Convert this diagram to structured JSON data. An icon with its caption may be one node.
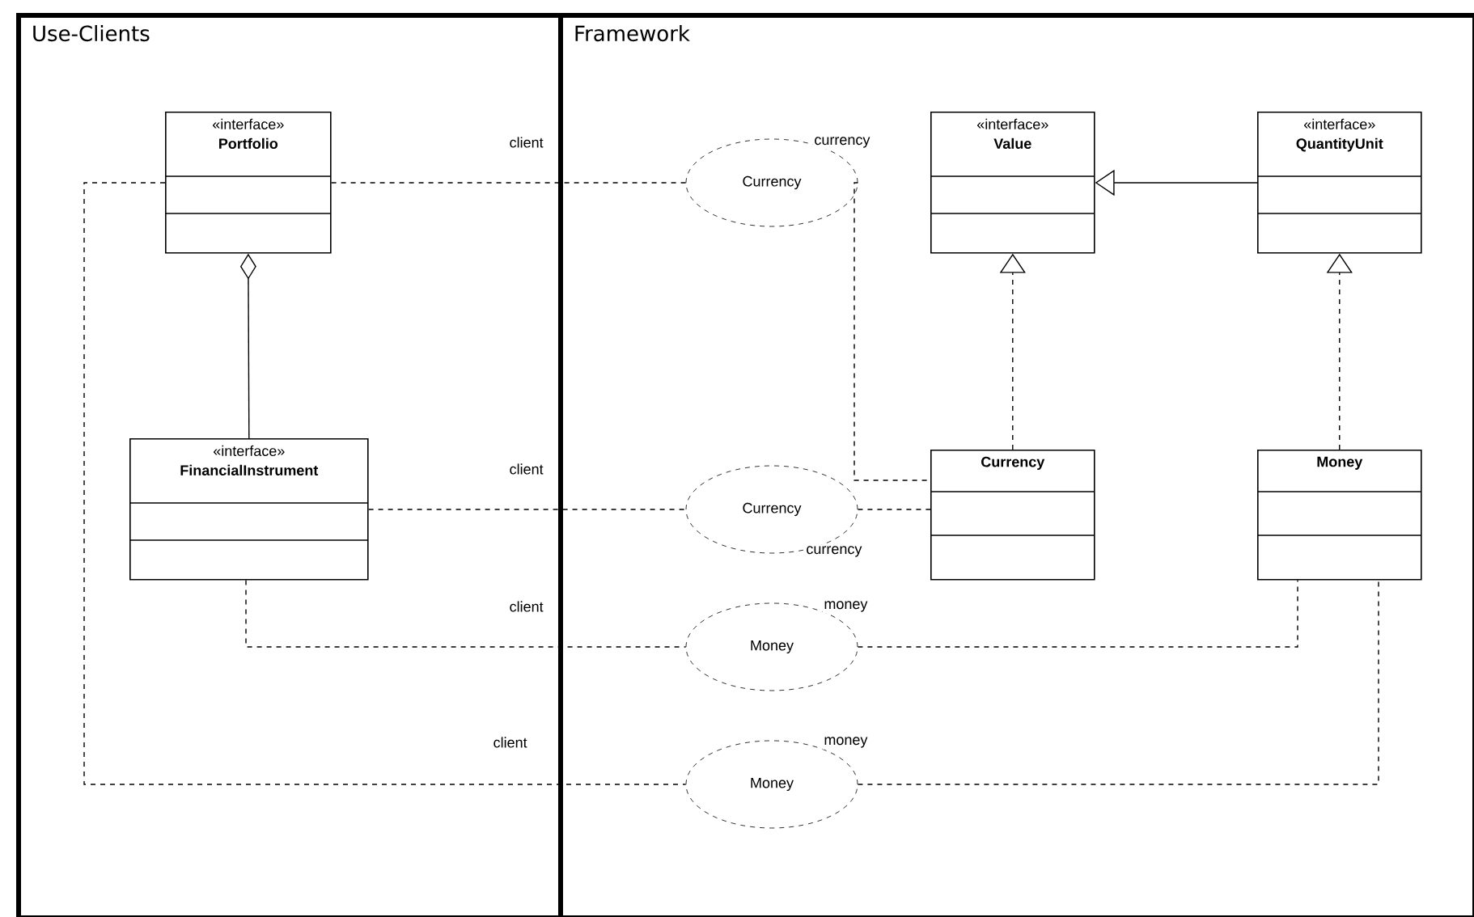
{
  "diagram": {
    "nodes": [
      {
        "text": [
          "Use-Clients"
        ]
      },
      {
        "text": [
          "Framework"
        ]
      },
      {
        "text": [
          "«interface»",
          "Portfolio"
        ],
        "in": 0
      },
      {
        "text": [
          "«interface»",
          "FinancialInstrument"
        ],
        "in": 0
      },
      {
        "text": [
          "Currency"
        ],
        "in": 1
      },
      {
        "text": [
          "«interface»",
          "Value"
        ],
        "in": 1
      },
      {
        "text": [
          "«interface»",
          "QuantityUnit"
        ],
        "in": 1
      },
      {
        "text": [
          "Currency"
        ],
        "in": 1
      },
      {
        "text": [
          "Money"
        ],
        "in": 1
      },
      {
        "text": [
          "Currency"
        ],
        "in": 1
      },
      {
        "text": [
          "Money"
        ],
        "in": 1
      },
      {
        "text": [
          "Money"
        ],
        "in": 1
      }
    ],
    "edges": [
      {
        "from": 3,
        "to": 2,
        "arrow": "other"
      },
      {
        "from": 6,
        "to": 5,
        "arrow": "to"
      },
      {
        "from": 7,
        "to": 5,
        "arrow": "to",
        "style": "dashed"
      },
      {
        "from": 8,
        "to": 6,
        "arrow": "to",
        "style": "dashed"
      },
      {
        "from": 2,
        "to": 4,
        "arrow": "none",
        "style": "dashed",
        "label": "client"
      },
      {
        "from": 4,
        "to": 7,
        "arrow": "none",
        "style": "dashed",
        "label": "currency"
      },
      {
        "from": 3,
        "to": 9,
        "arrow": "none",
        "style": "dashed",
        "label": "client"
      },
      {
        "from": 9,
        "to": 7,
        "arrow": "none",
        "style": "dashed",
        "label": "currency"
      },
      {
        "from": 3,
        "to": 10,
        "arrow": "none",
        "style": "dashed",
        "label": "client"
      },
      {
        "from": 10,
        "to": 8,
        "arrow": "none",
        "style": "dashed",
        "label": "money"
      },
      {
        "from": 2,
        "to": 11,
        "arrow": "none",
        "style": "dashed",
        "label": "client"
      },
      {
        "from": 11,
        "to": 8,
        "arrow": "none",
        "style": "dashed",
        "label": "money"
      }
    ]
  }
}
